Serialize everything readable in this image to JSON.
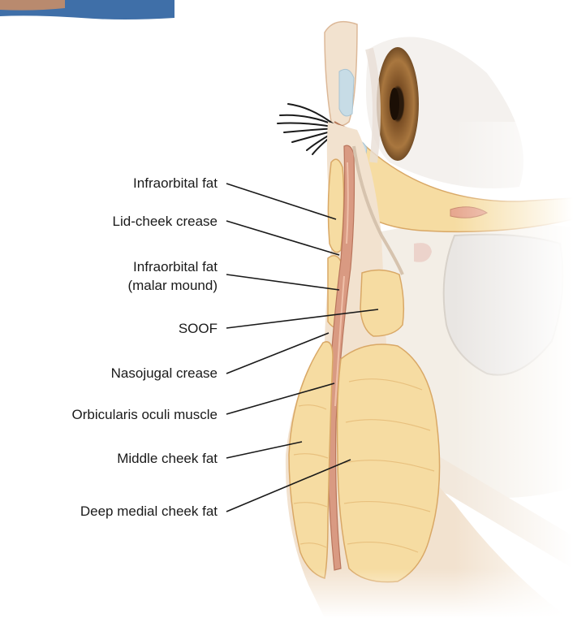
{
  "labels": {
    "infraorbital_fat": "Infraorbital fat",
    "lid_cheek_crease": "Lid-cheek crease",
    "infraorbital_fat_malar_line1": "Infraorbital fat",
    "infraorbital_fat_malar_line2": "(malar mound)",
    "soof": "SOOF",
    "nasojugal_crease": "Nasojugal crease",
    "orbicularis_oculi_muscle": "Orbicularis oculi muscle",
    "middle_cheek_fat": "Middle cheek fat",
    "deep_medial_cheek_fat": "Deep medial cheek fat"
  },
  "colors": {
    "fat": "#f6dca2",
    "fat_edge": "#d9a866",
    "muscle": "#d99a82",
    "skin": "#f2e2cf",
    "bone": "#f1ece4",
    "iris": "#8a5a2b",
    "corner_photo": "#3f6fa8"
  }
}
